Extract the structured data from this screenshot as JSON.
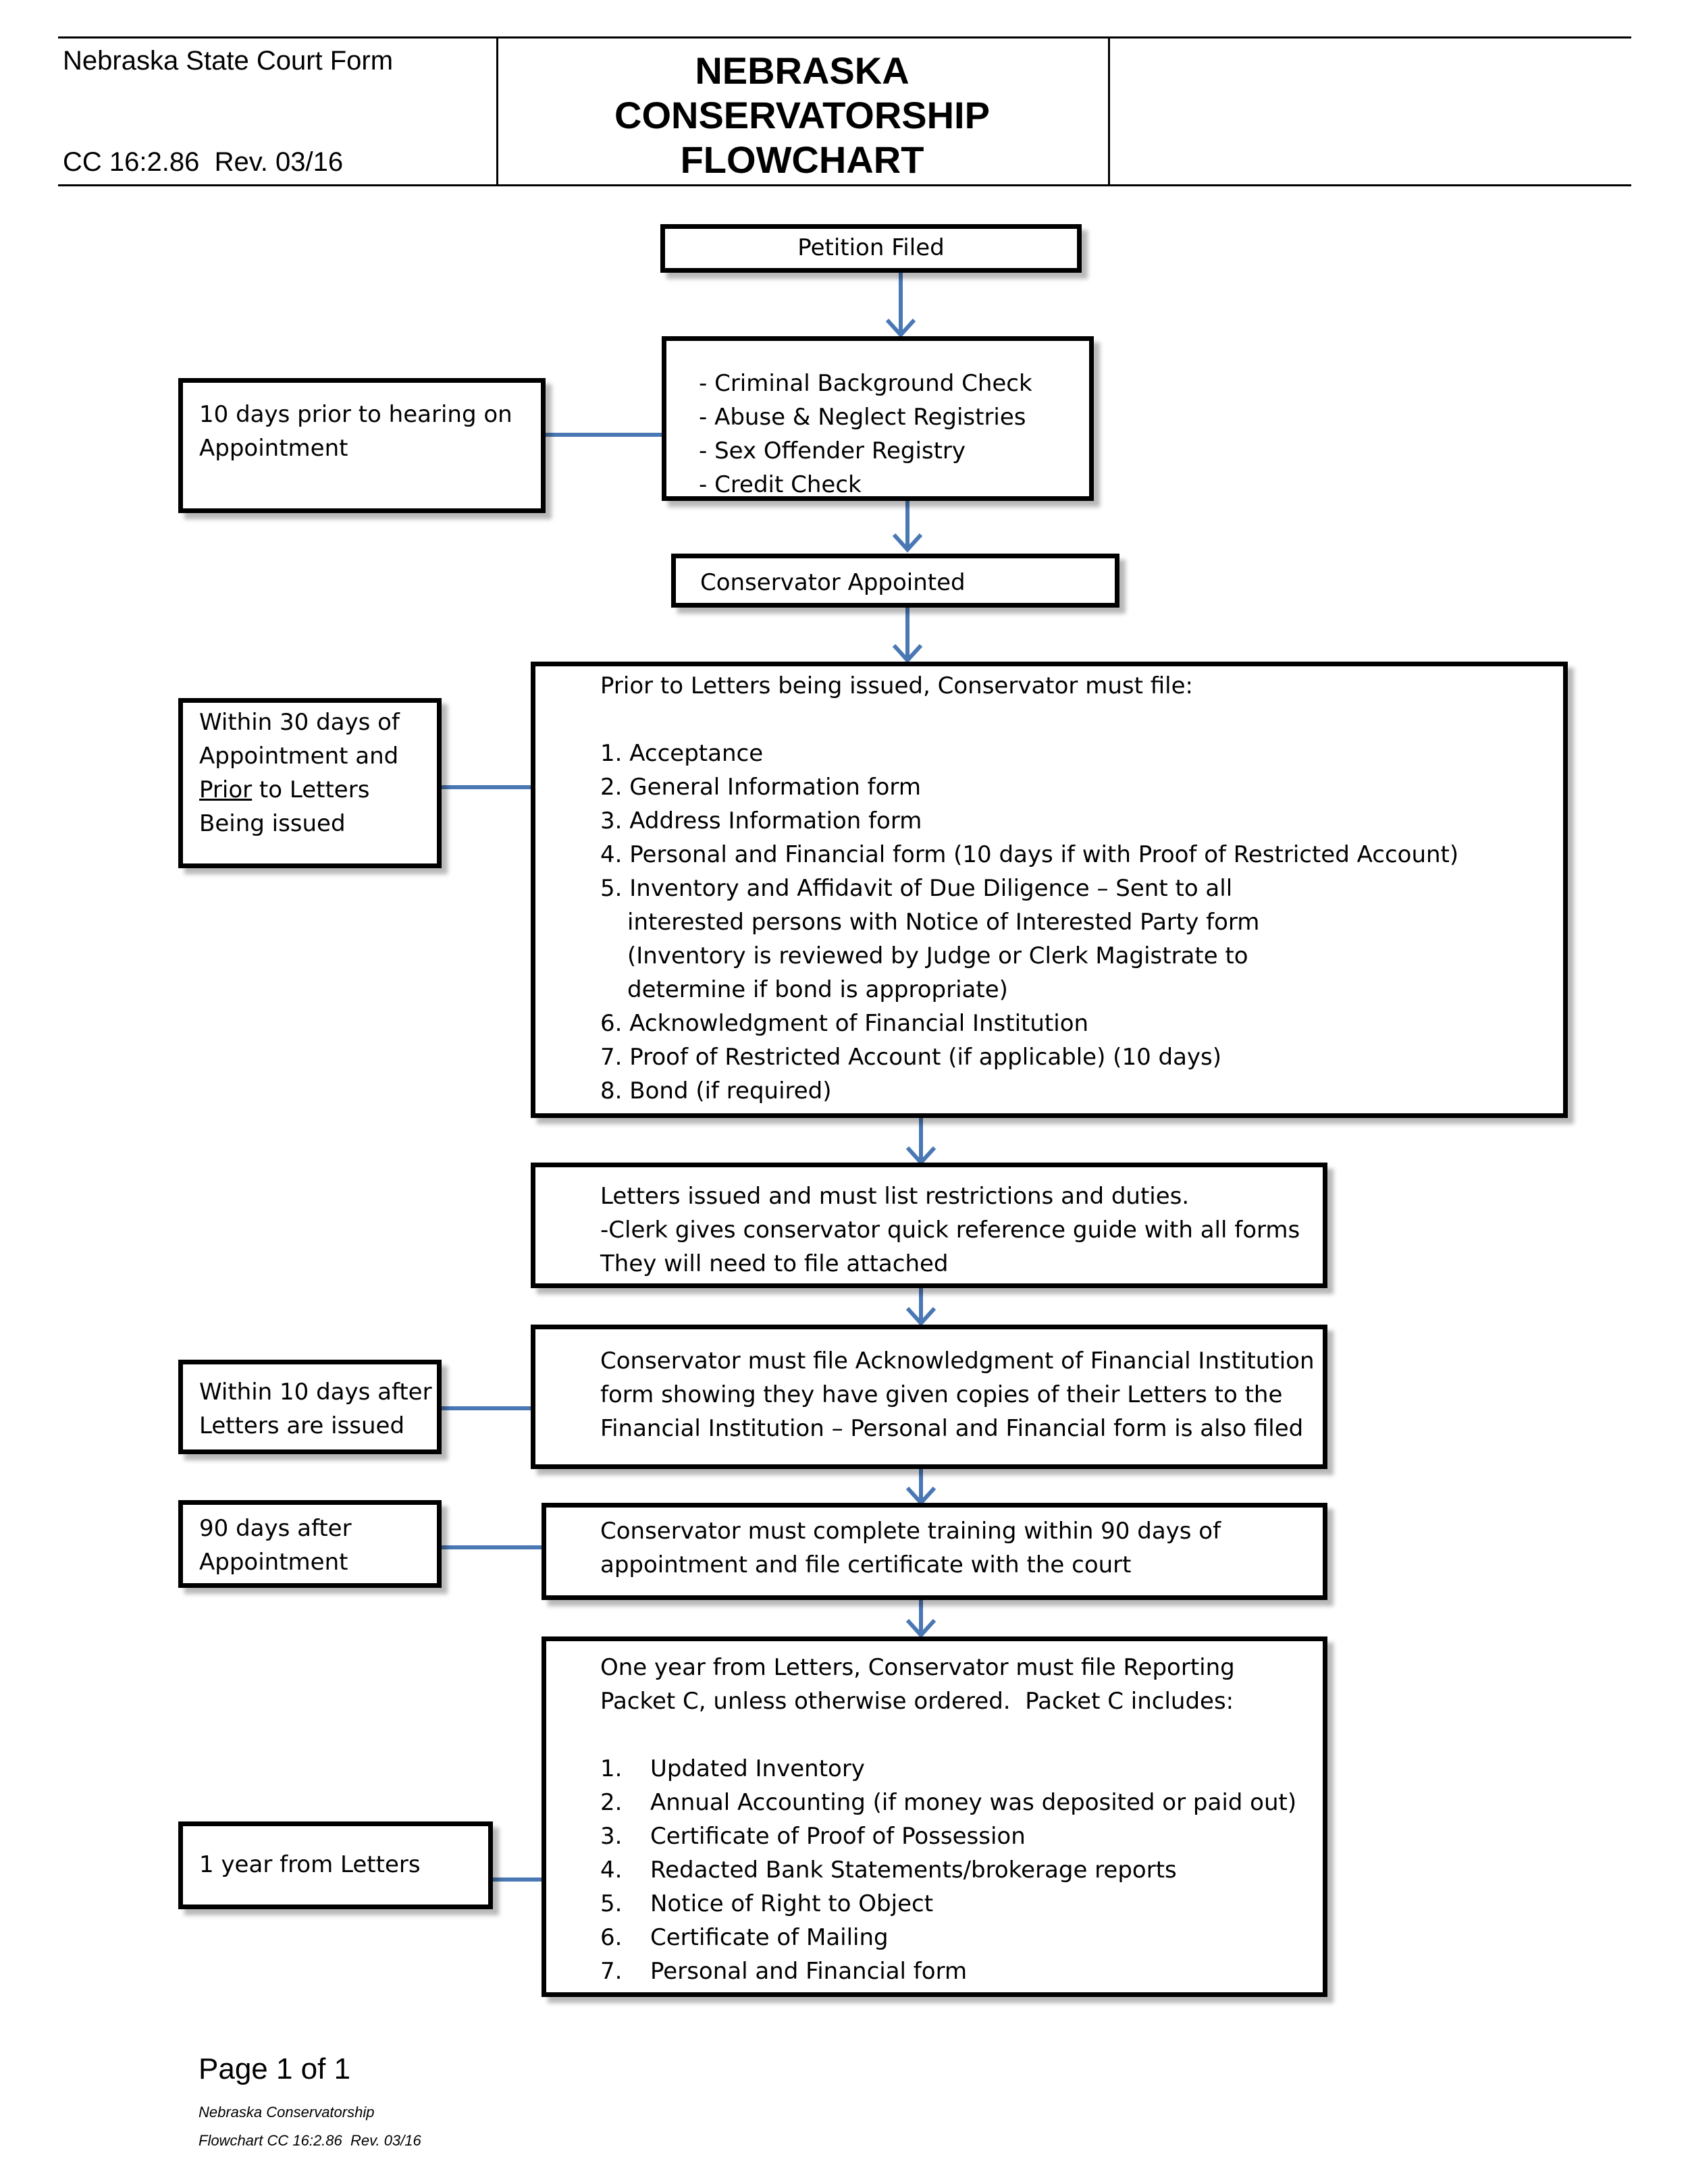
{
  "header": {
    "form_name": "Nebraska State Court Form",
    "form_number": "CC 16:2.86  Rev. 03/16",
    "title_lines": [
      "NEBRASKA",
      "CONSERVATORSHIP",
      "FLOWCHART"
    ]
  },
  "flow": {
    "petition": "Petition Filed",
    "checks": [
      "- Criminal Background Check",
      "- Abuse & Neglect Registries",
      "- Sex Offender Registry",
      "- Credit Check"
    ],
    "appointed": "Conservator Appointed",
    "filing_intro": "Prior to Letters being issued, Conservator must file:",
    "filing_items": [
      "1. Acceptance",
      "2. General Information form",
      "3. Address Information form",
      "4. Personal and Financial form (10 days if with Proof of Restricted Account)",
      "5. Inventory and Affidavit of Due Diligence – Sent to all",
      "interested persons with Notice of Interested Party form",
      "(Inventory is reviewed by Judge or Clerk Magistrate to",
      "determine if bond is appropriate)",
      "6. Acknowledgment of Financial Institution",
      "7. Proof of Restricted Account (if applicable) (10 days)",
      "8. Bond (if required)"
    ],
    "letters": [
      "Letters issued and must list restrictions and duties.",
      "-Clerk gives conservator quick reference guide with all forms",
      "They will need to file attached"
    ],
    "acknowledgment": [
      "Conservator must file Acknowledgment of Financial Institution",
      "form showing they have given copies of their Letters to the",
      "Financial Institution – Personal and Financial form is also filed"
    ],
    "training": [
      "Conservator must complete training within 90 days of",
      "appointment and file certificate with the court"
    ],
    "packet_intro": [
      "One year from Letters, Conservator must file Reporting",
      "Packet C, unless otherwise ordered.  Packet C includes:"
    ],
    "packet_items": [
      {
        "num": "1.",
        "text": "Updated Inventory"
      },
      {
        "num": "2.",
        "text": "Annual Accounting (if money was deposited or paid out)"
      },
      {
        "num": "3.",
        "text": "Certificate of Proof of Possession"
      },
      {
        "num": "4.",
        "text": "Redacted Bank Statements/brokerage reports"
      },
      {
        "num": "5.",
        "text": "Notice of Right to Object"
      },
      {
        "num": "6.",
        "text": "Certificate of Mailing"
      },
      {
        "num": "7.",
        "text": "Personal and Financial form"
      }
    ]
  },
  "timing": {
    "t1": [
      "10 days prior to hearing on",
      "Appointment"
    ],
    "t2_line1": "Within 30 days of",
    "t2_line2": "Appointment and",
    "t2_line3_u": "Prior",
    "t2_line3_rest": " to Letters",
    "t2_line4": "Being issued",
    "t3": [
      "Within 10 days after",
      "Letters are issued"
    ],
    "t4": [
      "90 days after",
      "Appointment"
    ],
    "t5": "1 year from Letters"
  },
  "footer": {
    "page": "Page 1 of 1",
    "doc_name": "Nebraska Conservatorship",
    "doc_ref": "Flowchart CC 16:2.86  Rev. 03/16"
  },
  "colors": {
    "connector": "#4a78b4",
    "border": "#000000"
  }
}
